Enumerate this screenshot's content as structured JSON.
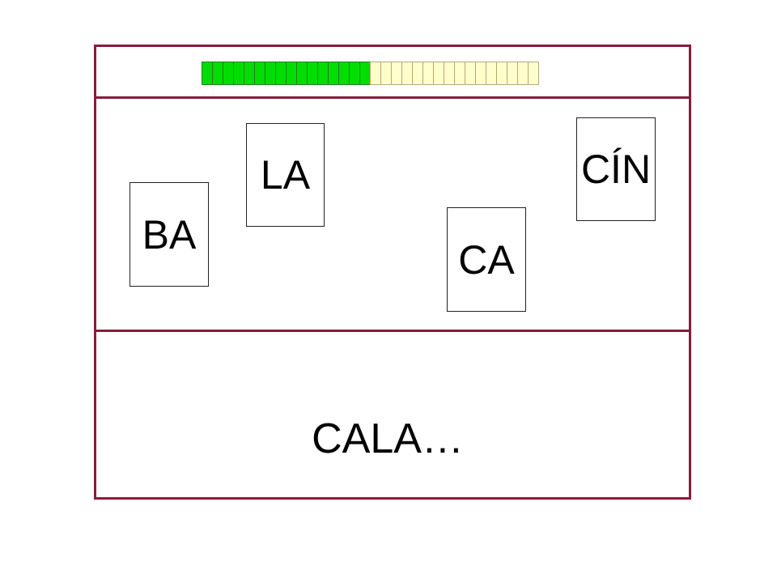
{
  "progress": {
    "completed_segments": 16,
    "total_segments": 32,
    "fraction": 0.5,
    "filled_color": "#00dd00",
    "empty_color": "#ffffcc"
  },
  "cards": [
    {
      "id": "card-ba",
      "label": "BA"
    },
    {
      "id": "card-la",
      "label": "LA"
    },
    {
      "id": "card-ca",
      "label": "CA"
    },
    {
      "id": "card-cin",
      "label": "CÍN"
    }
  ],
  "answer": {
    "text": "CALA…"
  },
  "colors": {
    "frame": "#8b1a3c"
  }
}
